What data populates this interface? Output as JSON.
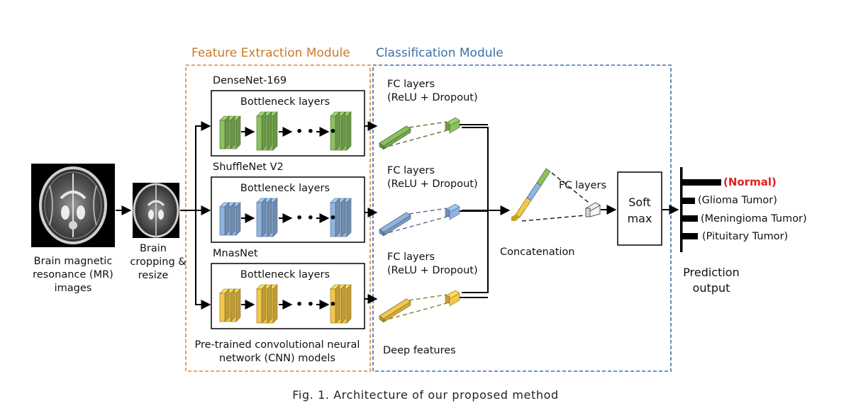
{
  "modules": {
    "feature_extraction": "Feature Extraction Module",
    "classification": "Classification Module"
  },
  "inputs": {
    "mr_line1": "Brain magnetic",
    "mr_line2": "resonance (MR)",
    "mr_line3": "images",
    "crop_line1": "Brain",
    "crop_line2": "cropping &",
    "crop_line3": "resize"
  },
  "networks": [
    {
      "name": "DenseNet-169",
      "bottleneck": "Bottleneck layers",
      "fc_line1": "FC layers",
      "fc_line2": "(ReLU + Dropout)",
      "color": "#8cc060"
    },
    {
      "name": "ShuffleNet V2",
      "bottleneck": "Bottleneck layers",
      "fc_line1": "FC layers",
      "fc_line2": "(ReLU + Dropout)",
      "color": "#8fb4e0"
    },
    {
      "name": "MnasNet",
      "bottleneck": "Bottleneck layers",
      "fc_line1": "FC layers",
      "fc_line2": "(ReLU + Dropout)",
      "color": "#f3c84a"
    }
  ],
  "dots": "• • • •",
  "pretrained_line1": "Pre-trained convolutional neural",
  "pretrained_line2": "network (CNN) models",
  "deep_features": "Deep features",
  "concatenation": "Concatenation",
  "fc_layers": "FC layers",
  "softmax_line1": "Soft",
  "softmax_line2": "max",
  "outputs": [
    {
      "label": "(Normal)",
      "color": "#dd2222"
    },
    {
      "label": "(Glioma Tumor)",
      "color": "#111111"
    },
    {
      "label": "(Meningioma Tumor)",
      "color": "#111111"
    },
    {
      "label": "(Pituitary Tumor)",
      "color": "#111111"
    }
  ],
  "prediction_line1": "Prediction",
  "prediction_line2": "output",
  "caption": "Fig. 1. Architecture of our proposed method"
}
